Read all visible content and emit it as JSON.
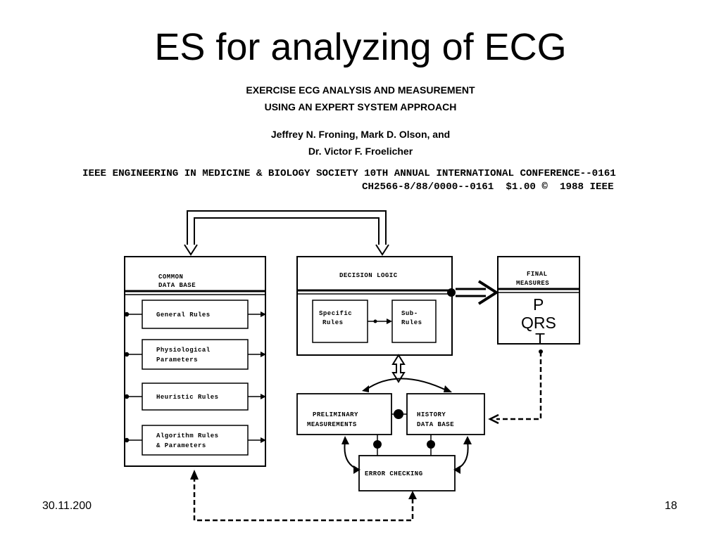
{
  "slide": {
    "title": "ES for analyzing of ECG",
    "date": "30.11.200",
    "page_number": "18"
  },
  "paper": {
    "title_line1": "EXERCISE ECG ANALYSIS AND MEASUREMENT",
    "title_line2": "USING AN EXPERT SYSTEM APPROACH",
    "authors_line1": "Jeffrey N. Froning, Mark D. Olson, and",
    "authors_line2": "Dr. Victor F. Froelicher",
    "citation_line1": "IEEE ENGINEERING IN MEDICINE & BIOLOGY SOCIETY 10TH ANNUAL INTERNATIONAL CONFERENCE--0161",
    "citation_line2": "CH2566-8/88/0000--0161  $1.00 ©  1988 IEEE"
  },
  "diagram": {
    "common_db_line1": "COMMON",
    "common_db_line2": "DATA BASE",
    "general_rules": "General Rules",
    "physio_line1": "Physiological",
    "physio_line2": "Parameters",
    "heuristic_rules": "Heuristic Rules",
    "algo_line1": "Algorithm Rules",
    "algo_line2": "& Parameters",
    "decision_logic": "DECISION LOGIC",
    "specific_line1": "Specific",
    "specific_line2": "Rules",
    "sub_line1": "Sub-",
    "sub_line2": "Rules",
    "final_line1": "FINAL",
    "final_line2": "MEASURES",
    "wave_p": "P",
    "wave_qrs": "QRS",
    "wave_t": "T",
    "prelim_line1": "PRELIMINARY",
    "prelim_line2": "MEASUREMENTS",
    "history_line1": "HISTORY",
    "history_line2": "DATA BASE",
    "error_checking": "ERROR CHECKING"
  }
}
